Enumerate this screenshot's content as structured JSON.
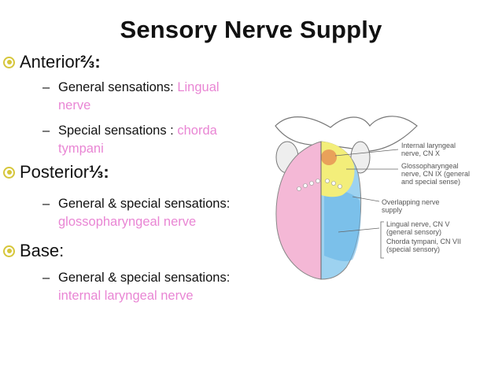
{
  "slide": {
    "title": "Sensory Nerve Supply",
    "anterior": {
      "heading": "Anterior ",
      "fraction": "⅔:",
      "items": [
        {
          "prefix": "General sensations: ",
          "nerve": "Lingual nerve"
        },
        {
          "prefix": "Special sensations : ",
          "nerve": "chorda tympani"
        }
      ]
    },
    "posterior": {
      "heading": "Posterior ",
      "fraction": "⅓:",
      "items": [
        {
          "prefix": "General & special sensations: ",
          "nerve": "glossopharyngeal nerve"
        }
      ]
    },
    "base": {
      "heading": "Base:",
      "items": [
        {
          "prefix": "General & special sensations: ",
          "nerve": "internal laryngeal nerve"
        }
      ]
    },
    "dash": "–"
  },
  "figure": {
    "labels": {
      "internal_laryngeal_1": "Internal laryngeal",
      "internal_laryngeal_2": "nerve, CN X",
      "glosso_1": "Glossopharyngeal",
      "glosso_2": "nerve, CN IX (general",
      "glosso_3": "and special sense)",
      "overlap_1": "Overlapping nerve",
      "overlap_2": "supply",
      "lingual_1": "Lingual nerve, CN V",
      "lingual_2": "(general sensory)",
      "chorda_1": "Chorda tympani, CN VII",
      "chorda_2": "(special sensory)"
    },
    "colors": {
      "pink": "#f4b8d6",
      "blue": "#9dd2f0",
      "deep_blue": "#5fb0e6",
      "yellow": "#f3ee7a",
      "orange": "#e9a15a",
      "bullet": "#d6c63a",
      "accent_text": "#e986d4"
    }
  }
}
